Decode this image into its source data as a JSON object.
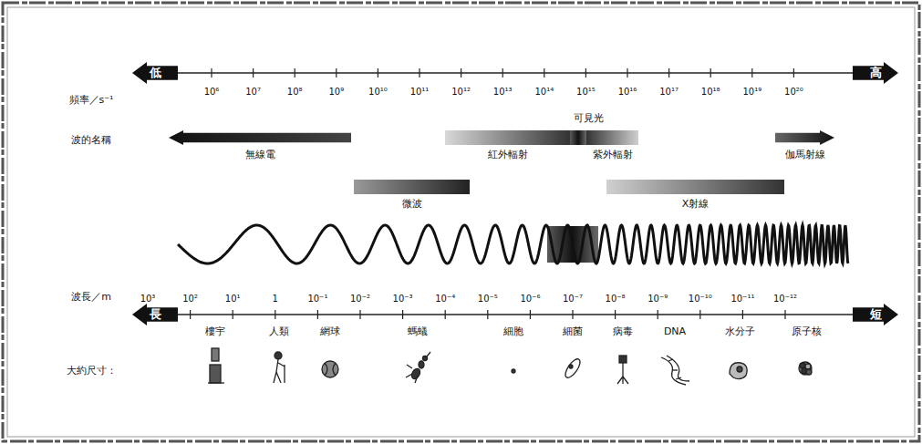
{
  "diagram": {
    "nodes": [
      {
        "text": [
          "低"
        ]
      },
      {
        "text": [
          "高"
        ]
      },
      {
        "text": [
          "無線電"
        ]
      },
      {
        "text": [
          "紅外輻射"
        ]
      },
      {
        "text": [
          "紫外輻射"
        ]
      },
      {
        "text": [
          "伽馬射線"
        ]
      },
      {
        "text": [
          "微波"
        ]
      },
      {
        "text": [
          "X射線"
        ]
      },
      {
        "text": [
          "長"
        ]
      },
      {
        "text": [
          "短"
        ]
      }
    ],
    "labels": [
      "頻率／s⁻¹",
      "10⁶",
      "10⁷",
      "10⁸",
      "10⁹",
      "10¹⁰",
      "10¹¹",
      "10¹²",
      "10¹³",
      "10¹⁴",
      "10¹⁵",
      "10¹⁶",
      "10¹⁷",
      "10¹⁸",
      "10¹⁹",
      "10²⁰",
      "可見光",
      "波的名稱",
      "波長／m",
      "10³",
      "10²",
      "10¹",
      "1",
      "10⁻¹",
      "10⁻²",
      "10⁻³",
      "10⁻⁴",
      "10⁻⁵",
      "10⁻⁶",
      "10⁻⁷",
      "10⁻⁸",
      "10⁻⁹",
      "10⁻¹⁰",
      "10⁻¹¹",
      "10⁻¹²",
      "大約尺寸：",
      "樓宇",
      "人類",
      "網球",
      "螞蟻",
      "細胞",
      "細菌",
      "病毒",
      "DNA",
      "水分子",
      "原子核"
    ]
  }
}
